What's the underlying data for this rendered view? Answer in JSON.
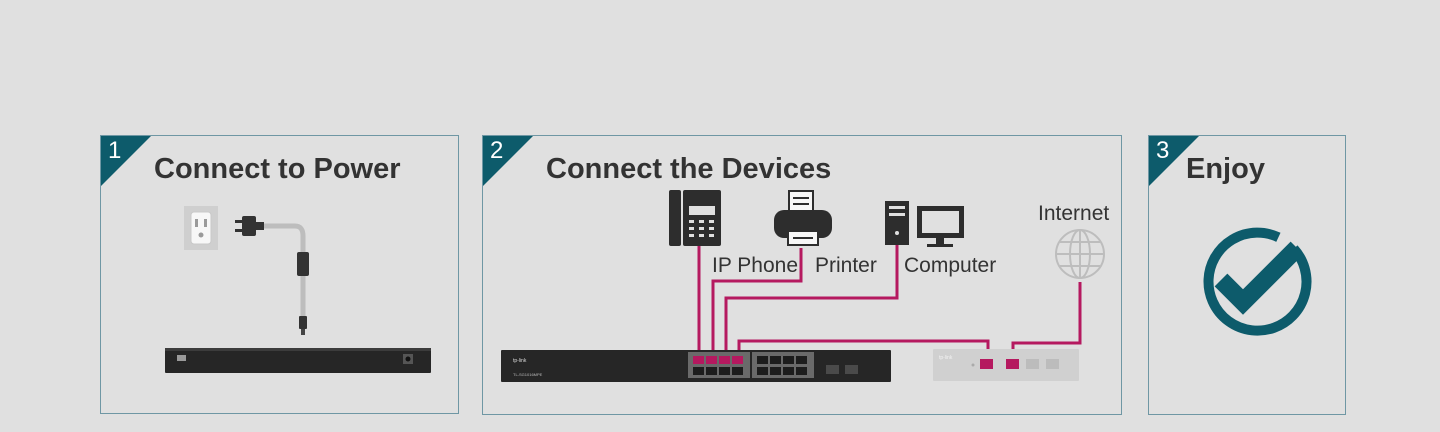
{
  "steps": [
    {
      "number": "1",
      "title": "Connect to Power"
    },
    {
      "number": "2",
      "title": "Connect the Devices"
    },
    {
      "number": "3",
      "title": "Enjoy"
    }
  ],
  "devices": {
    "ip_phone": "IP Phone",
    "printer": "Printer",
    "computer": "Computer",
    "internet": "Internet"
  },
  "switch": {
    "brand": "tp-link",
    "model": "TL-SG1016MPE"
  },
  "router": {
    "brand": "tp-link"
  },
  "colors": {
    "accent": "#0d5b6b",
    "cable": "#b5195f",
    "border": "#6f97a4"
  },
  "icons": [
    "power-outlet-icon",
    "power-plug-icon",
    "ip-phone-icon",
    "printer-icon",
    "computer-icon",
    "globe-icon",
    "checkmark-icon"
  ]
}
